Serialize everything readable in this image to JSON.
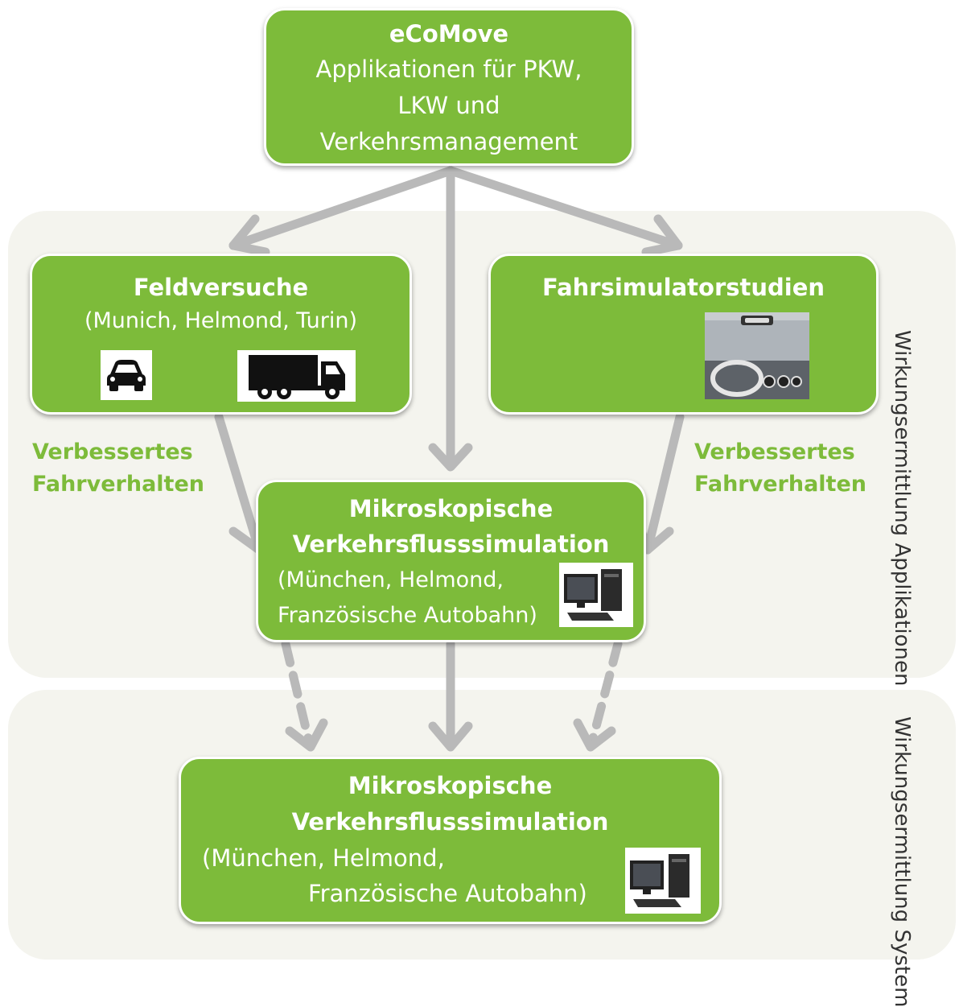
{
  "top": {
    "title": "eCoMove",
    "lines": [
      "Applikationen für PKW,",
      "LKW und",
      "Verkehrsmanagement"
    ]
  },
  "feld": {
    "title": "Feldversuche",
    "subtitle": "(Munich, Helmond, Turin)"
  },
  "fahrsim": {
    "title": "Fahrsimulatorstudien"
  },
  "micro1": {
    "title1": "Mikroskopische",
    "title2": "Verkehrsflusssimulation",
    "line3": "(München, Helmond,",
    "line4": "Französische Autobahn)"
  },
  "micro2": {
    "title1": "Mikroskopische",
    "title2": "Verkehrsflusssimulation",
    "line3": "(München, Helmond,",
    "line4": "Französische Autobahn)"
  },
  "labels": {
    "left1": "Verbessertes",
    "left2": "Fahrverhalten",
    "right1": "Verbessertes",
    "right2": "Fahrverhalten"
  },
  "side": {
    "app1": "Wirkungsermittlung",
    "app2": "Applikationen",
    "sys1": "Wirkungsermittlung",
    "sys2": "System"
  },
  "icons": [
    "car-icon",
    "truck-icon",
    "driving-simulator-icon",
    "computer-icon"
  ],
  "colors": {
    "box": "#7dbb3a",
    "label": "#7dbb3a",
    "panel": "#f4f4ee",
    "arrow": "#b9b9b9"
  }
}
